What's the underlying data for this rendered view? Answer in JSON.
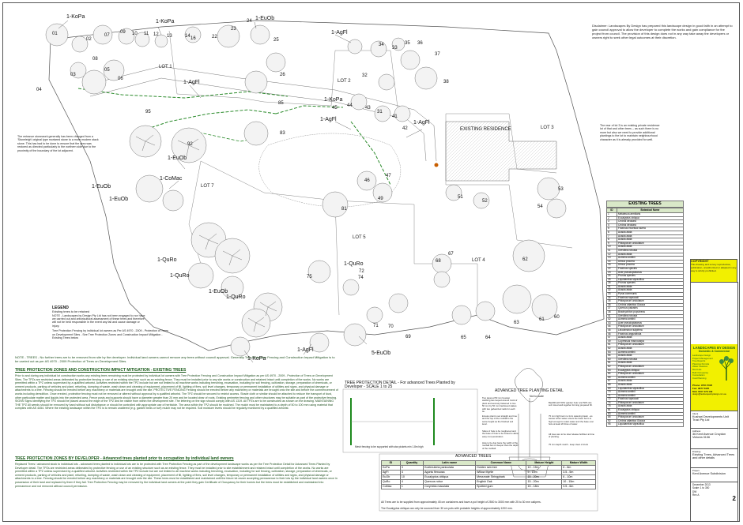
{
  "disclaimer": {
    "text": "Disclaimer: Landscapes By Design has prepared this landscape design in good faith in an attempt to gain council approval to allow the developer to complete the works and gain compliance for the project from council. The provision of this design does not in any way take away the developers or owners right to seek other legal outcomes at their discretion."
  },
  "lots": [
    "LOT 1",
    "LOT 2",
    "LOT 3",
    "LOT 4",
    "LOT 5",
    "LOT 7"
  ],
  "existing_residence": "EXISTING RESIDENCE",
  "tree_numbers": [
    "01",
    "02",
    "03",
    "04",
    "05",
    "06",
    "07",
    "08",
    "09",
    "10",
    "11",
    "12",
    "13",
    "14",
    "16",
    "22",
    "23",
    "24",
    "25",
    "26",
    "31",
    "32",
    "33",
    "34",
    "35",
    "36",
    "37",
    "38",
    "41",
    "42",
    "43",
    "44",
    "45",
    "46",
    "47",
    "49",
    "51",
    "52",
    "53",
    "54",
    "60",
    "61",
    "62",
    "63",
    "64",
    "65",
    "67",
    "68",
    "69",
    "70",
    "71",
    "72",
    "74",
    "75",
    "81",
    "83",
    "85",
    "92",
    "95"
  ],
  "species_tags": [
    "1-KoPa",
    "1-KoPa",
    "1-EuOb",
    "1-AgFl",
    "1-AgFl",
    "1-KoPa",
    "1-AgFl",
    "1-AgFl",
    "1-EuOb",
    "1-CoMac",
    "1-EuOb",
    "1-EuOb",
    "1-QuRo",
    "1-QuRo",
    "1-EuOb",
    "1-QuRo",
    "1-QuRo",
    "1-AgFl",
    "1-KoPa",
    "5-EuOb"
  ],
  "notes_left": "The entrance stonework generally has been changed from a 'Stoneleigh' original type mortared stone to a more modern stack stone. This has had to be done to ensure that the area was restored as directed particularly to the northern side due to the proximity of the boundary of the lot adjacent.",
  "notes_right": "The rear of lot 3 is an existing private residence lot of that and other trees – as such there is no more but also we need to provide additional plantings to the lot to maintain neighbourhood character as it is already provided for well.",
  "legend": {
    "title": "LEGEND",
    "line1": "Existing trees to be retained",
    "line2": "NOTE - Landscapes by Design Pty Ltd has not been engaged to nor have we carried out and arboricultural assessment of these trees and therefore will not be held responsible in the event any fail and cause damage or injury.",
    "line3": "Tree Protection Fencing by individual lot owners as Per AS 4970 - 2009 - Protection of Trees on Development Sites - See Tree Protection Zones and Construction Impact Mitigation - Existing Trees below"
  },
  "note_trees": "NOTE - TREES - No further trees are to be removed from site by the developer. Individual land owners cannot remove any trees without council approval. Generally Tree Protection Fencing and Construction Impact Mitigation is to be carried out as per AS 4970 - 2009 Protection of Trees on Development Sites.",
  "section1": {
    "heading": "TREE PROTECTION ZONES AND CONSTRUCTION IMPACT MITIGATION - EXISTING TREES",
    "body": "Prior to and during any individual lot construction works any existing trees remaining must be protected by individual lot owners with Tree Protection Fencing and Construction Impact Mitigation as per AS 4970 - 2009 - Protection of Trees on Development Sites. The TPZs are restricted areas delineated by protective fencing or use of an existing structure such as an existing fence. They must be installed prior to any site works or construction and retained intact until completion of the works. No works are permitted within a TPZ unless supervised by a qualified arborist. Activities restricted within the TPZ include but are not limited to all machine works including trenching, excavation, including for soil fencing, cultivation, storage, preparation of chemicals, or cement products, parking of vehicles and plant, refueling, dumping of waste, wash down and cleaning of equipment, placement of fill, lighting of fires, soil level changes, temporary or permanent installation of utilities and signs, and physical damage or attachments to a tree. Fencing should be erected before any machinery or materials are brought onto the site. PROTECTIVE FENCING Fencing should be erected before any machinery or materials are brought onto the site and before the commencement of works including demolition. Once erected, protective fencing must not be removed or altered without approval by a qualified arborist. The TPZ should be secured to restrict access. Shade cloth or similar should be attached to reduce the transport of dust, other particulate matter and liquids into the protected area. Fence posts and supports should have a diameter greater than 20 mm and be located clear of roots. Existing perimeter fencing and other structures may be suitable as part of the protective fencing. SIGNS Signs identifying the TPZ should be placed around the edge of the TPZ and be visible from within the development site. The lettering on the sign should comply with AS 1319. All TPZs are to be constructed as shown on the drawing. MAINTAINING THE TPZ All weeds should be removed by hand without soil disturbance or should be controlled with appropriate use of herbicide. The area within the TPZ should be mulched. The mulch must be maintained to a depth of 50 to 100 mm using material that complies with AS 4454. Where the existing landscape within the TPZ is to remain unaltered (e.g. garden beds or turf) mulch may not be required. Soil moisture levels should be regularly monitored by a qualified arborist."
  },
  "section2": {
    "heading": "TREE PROTECTION ZONES BY DEVELOPER - Advanced trees planted prior to occupation by individual land owners",
    "body": "Replaced Trees / advanced stock to individual lots - advanced trees planted to individual lots are to be protected with Tree Protection Fencing as part of the development landscape works as per the Tree Protection Detail for Advanced Trees Planted by Developer detail. The TPZs are restricted areas delineated by protective fencing or use of an existing structure such as an existing fence. They must be installed prior to site establishment and retained intact until completion of the works. No works are permitted within a TPZ unless supervised by a qualified arborist. Activities restricted within the TPZ include but are not limited to all machine works including trenching, excavation, including for soil fencing, cultivation, storage, preparation of chemicals, or cement products, parking of vehicles and plant, refueling, dumping of waste, wash down and cleaning of equipment, placement of fill, lighting of fires, soil level changes, temporary or permanent installation of utilities and signs, and physical damage or attachments to a tree. Fencing should be erected before any machinery or materials are brought onto the site. These trees must be established and maintained until the future lot owner accepting permanence to their lots by the individual land owners once in possession of their land and replaced by them if they fail. Tree Protection Fencing may be removed by the individual land owners at the point they gain Certificate of Occupancy for their homes but the trees must be established and maintained into permanence and not removed without council permission."
  },
  "detail_tree_protection": {
    "title": "TREE PROTECTION DETAIL - For advanced Trees Planted by Developer - SCALE 1 to 25",
    "note": "Mesh fencing to be supported with star pickets min 1.8m high"
  },
  "detail_planting": {
    "title": "ADVANCED TREE PLANTING DETAIL",
    "not_to_scale": "Not to scale",
    "notes": [
      "Two tapered 50 mm hessian webbing ties looped around trunk of plant and securely fastened to two 50 mm by 50 mm hardwood stakes with two galvanized nails for each tie.",
      "Ensure plant is set straight and true and the top of the rootball is the same height as the finished soil level.",
      "Sides of hole to be roughened and the base of hole to be forked to allow easy root penetration.",
      "Hole to be dug twice the width of the rootball but no deeper than the depth of the rootball.",
      "Backfill with 50% 'garden hole' and 50% site soil mixed well together forming prepared fill.",
      "75 mm high berm to form watering basin - as saucer when water enters the lower berm is high enough to retain water and the base over hole at least 20 litres of water.",
      "All trees are to be slow release fertiliser at time of planting.",
      "75 mm depth mulch - keep clear of trunk"
    ]
  },
  "advanced_trees": {
    "title": "ADVANCED TREES",
    "headers": [
      "ID",
      "Quantity",
      "Latin name",
      "Common Name",
      "Mature Height",
      "Mature Width"
    ],
    "rows": [
      [
        "KoPa",
        "3",
        "Koelreuteria paniculata",
        "Golden rain tree",
        "10 - 15m",
        "6 - 8m"
      ],
      [
        "AgFl",
        "4",
        "Agonis flexuosa",
        "Willow Myrtle",
        "5 - 10m",
        "3.5 - 5m"
      ],
      [
        "EuOb",
        "10",
        "Eucalyptus obliqua",
        "Messmate Stringybark",
        "15 - 20m",
        "6 - 10m"
      ],
      [
        "QuRo",
        "4",
        "Quercus robur",
        "English Oak",
        "15 - 20m",
        "10 - 15m"
      ],
      [
        "CoMac",
        "1",
        "Corymbia maculata",
        "Spotted gum",
        "15 - 18m",
        "3.5 - 6m"
      ]
    ],
    "footer1": "All Trees are to be supplied from approximately 45 cm containers and have a pot height of 2500 to 3000 mm with 25 to 30 mm calipers.",
    "footer2": "The Eucalyptus obliqua can only be sourced from 30 cm pots with probable heights of approximately 1200 mm."
  },
  "existing_trees": {
    "title": "EXISTING TREES",
    "headers": [
      "ID",
      "Botanical Name"
    ],
    "rows": [
      [
        "1",
        "Melaleuca armillaris"
      ],
      [
        "2",
        "Eucalyptus obliqua"
      ],
      [
        "3",
        "Cedrus deodara"
      ],
      [
        "4",
        "Cedrus deodara"
      ],
      [
        "5",
        "Fraxinus excelsior aurea"
      ],
      [
        "6",
        "Acacia alata"
      ],
      [
        "7",
        "Acacia alata"
      ],
      [
        "8",
        "Acacia alata"
      ],
      [
        "9",
        "Pittosporum undulatum"
      ],
      [
        "10",
        "Acacia alata"
      ],
      [
        "11",
        "Grevillea robusta"
      ],
      [
        "12",
        "Acacia alata"
      ],
      [
        "13",
        "Acmena smithii"
      ],
      [
        "14",
        "Ulmus procera"
      ],
      [
        "16",
        "Ulmus procera"
      ],
      [
        "22",
        "Fraxinus species"
      ],
      [
        "23",
        "Acer pseudoplatanus"
      ],
      [
        "24",
        "Prunus species"
      ],
      [
        "25",
        "Liquidambar styraciflua"
      ],
      [
        "26",
        "Prunus species"
      ],
      [
        "31",
        "Acacia alata"
      ],
      [
        "32",
        "Acacia alata"
      ],
      [
        "33",
        "Pyrus communis"
      ],
      [
        "34",
        "Fraxinus raywoodi"
      ],
      [
        "35",
        "Pittosporum undulatum"
      ],
      [
        "36",
        "Cedrus atlantica Glauca"
      ],
      [
        "37",
        "Quercus palustris"
      ],
      [
        "38",
        "Brachychiton populneus"
      ],
      [
        "41",
        "Grevillea robusta"
      ],
      [
        "42",
        "Acmena smithii"
      ],
      [
        "43",
        "Acer pseudoplatanus"
      ],
      [
        "44",
        "Pittosporum undulatum"
      ],
      [
        "45",
        "Liriodendron tulipifera"
      ],
      [
        "46",
        "Fraxinus angustifolia"
      ],
      [
        "47",
        "Acacia alata"
      ],
      [
        "49",
        "Cupressus macrocarpa"
      ],
      [
        "51",
        "Pittosporum undulatum"
      ],
      [
        "52",
        "Acacia alata"
      ],
      [
        "53",
        "Acmena smithii"
      ],
      [
        "54",
        "Acacia alata"
      ],
      [
        "60",
        "Grevillea robusta"
      ],
      [
        "61",
        "Acacia alata"
      ],
      [
        "62",
        "Pittosporum undulatum"
      ],
      [
        "63",
        "Eucalyptus obliqua"
      ],
      [
        "64",
        "Pittosporum undulatum"
      ],
      [
        "65",
        "Acmena smithii"
      ],
      [
        "67",
        "Acacia alata"
      ],
      [
        "68",
        "Acacia alata"
      ],
      [
        "69",
        "Liquidambar styraciflua"
      ],
      [
        "70",
        "Acmena smithii"
      ],
      [
        "71",
        "Acmena smithii"
      ],
      [
        "72",
        "Fraxinus raywoodi"
      ],
      [
        "74",
        "Pittosporum undulatum"
      ],
      [
        "75",
        "Acacia alata"
      ],
      [
        "81",
        "Eucalyptus obliqua"
      ],
      [
        "83",
        "Acmena smithii"
      ],
      [
        "85",
        "Pittosporum undulatum"
      ],
      [
        "92",
        "Cedrus atlantica Glauca"
      ],
      [
        "95",
        "Liquidambar styraciflua"
      ]
    ]
  },
  "copyright": {
    "title": "COPYRIGHT",
    "text": "This drawing and survey reproduction, publication, unauthorized or adapted in any way is strictly prohibited."
  },
  "company": {
    "name": "LANDSCAPES BY DESIGN",
    "sub": "Domestic & Commercial",
    "services": [
      "Landscape Design",
      "Project Management",
      "Tree Reports",
      "Planning Permits",
      "Water Features",
      "Mud Lids",
      "Built Occupancy",
      "Consultation",
      "Cost Planning"
    ],
    "phone": "Phone: 9701 5022",
    "fax": "Fax: 9877 5325",
    "mobile": "Mob 0407 478 139",
    "email": "design@landscapesbydesign.com.au"
  },
  "title_block": {
    "client_label": "Client",
    "client": "Kushari Developments Unit Trust Pty Ltd",
    "address_label": "Address",
    "address": "36 Kent Avenue Croydon Victoria 3136",
    "drawing_label": "Drawing",
    "drawing": "Existing Trees, Advanced Trees and other details",
    "project_label": "Project",
    "project": "Kent Avenue Subdivision",
    "date": "December 2013",
    "scale": "Scale: 1 to 300",
    "sheet": "2",
    "drawn": "DW",
    "revision": "Rev A"
  }
}
